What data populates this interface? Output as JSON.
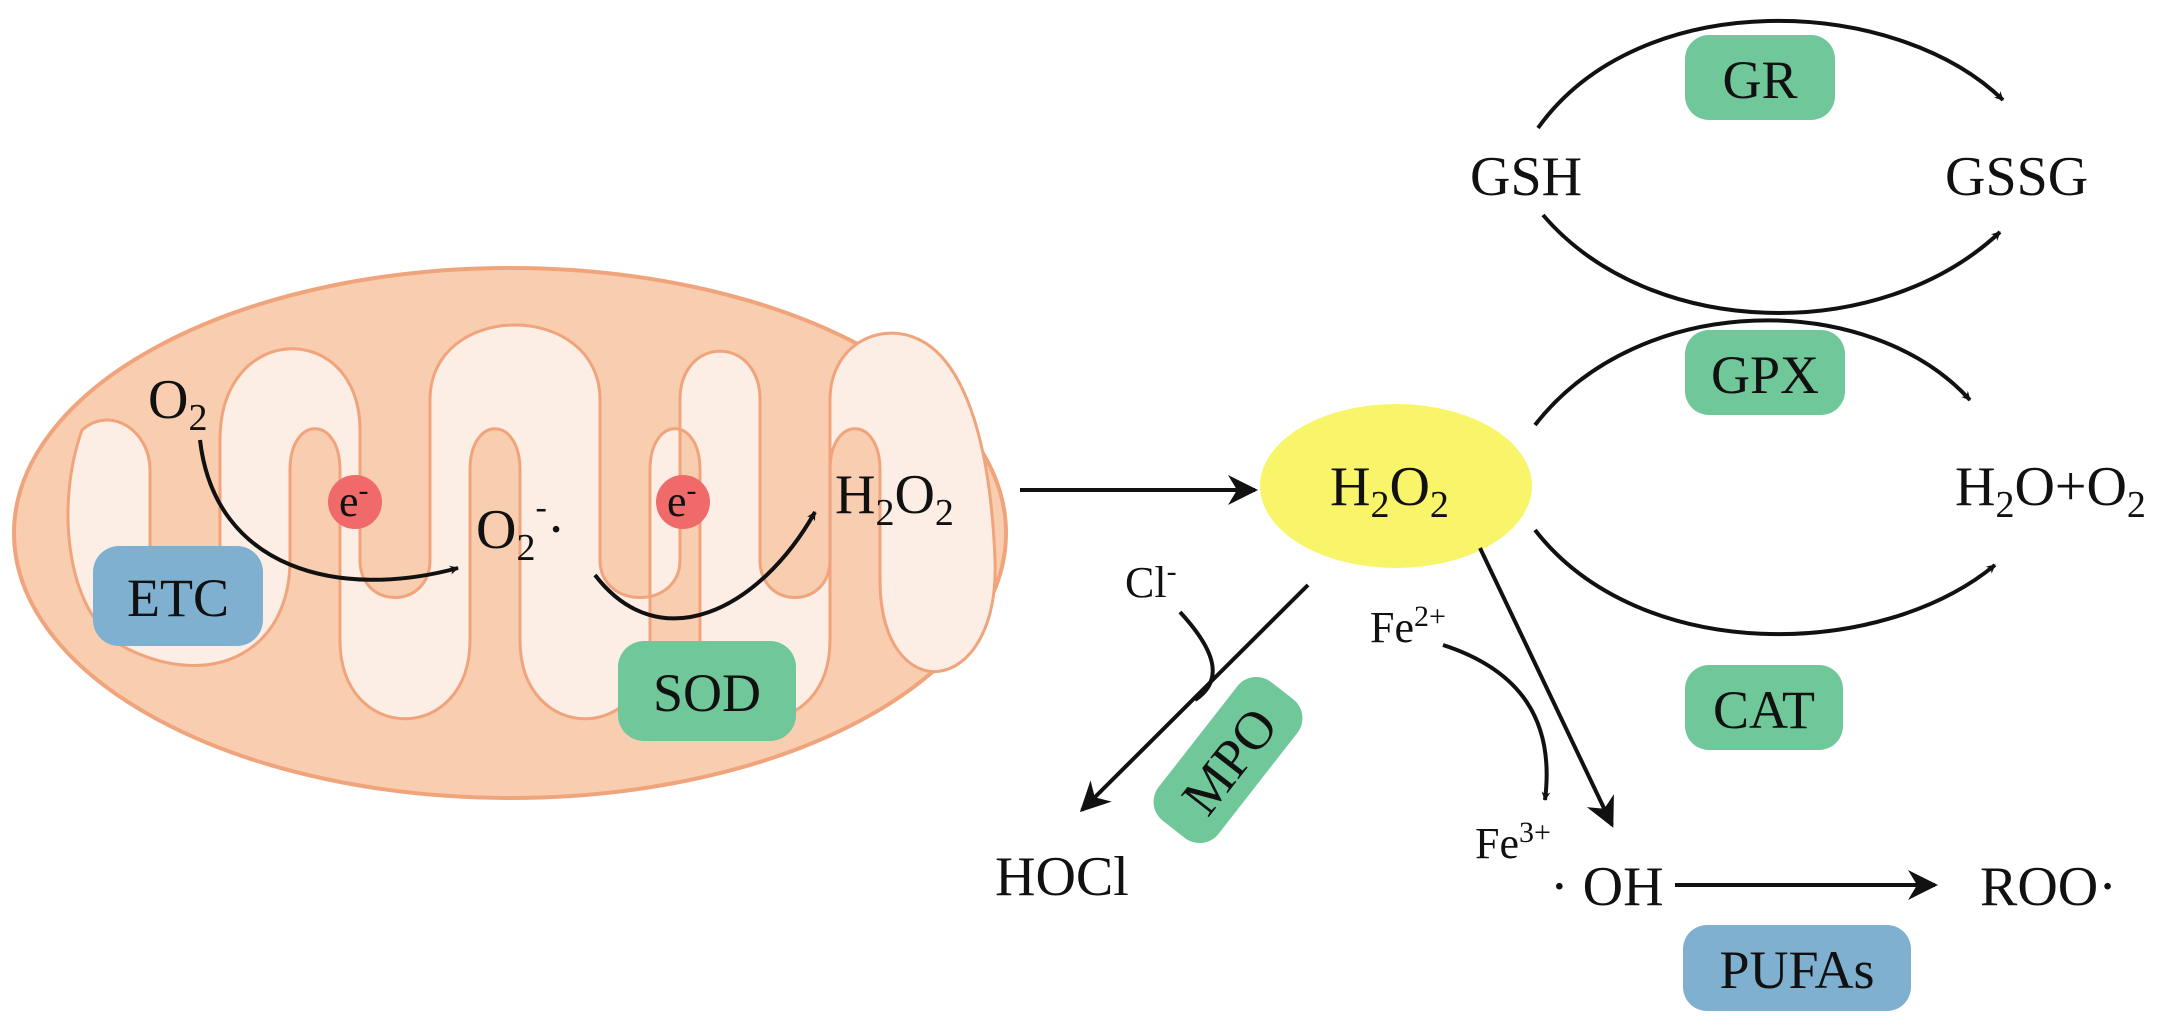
{
  "colors": {
    "mito_outer": "#f8cdb0",
    "mito_inner": "#fdeee5",
    "mito_stroke": "#f0a47c",
    "enzyme_green": "#6fc79a",
    "enzyme_blue": "#7fb0cf",
    "electron_red": "#f06a6a",
    "h2o2_yellow": "#f8f56a",
    "line": "#111111"
  },
  "species": {
    "o2": {
      "base": "O",
      "sub": "2"
    },
    "superoxide": {
      "base": "O",
      "sub": "2",
      "sup": "-",
      "dot": "·"
    },
    "h2o2_mito": {
      "p1": "H",
      "s1": "2",
      "p2": "O",
      "s2": "2"
    },
    "h2o2_center": {
      "p1": "H",
      "s1": "2",
      "p2": "O",
      "s2": "2"
    },
    "gsh": "GSH",
    "gssg": "GSSG",
    "water_oxygen": {
      "p1": "H",
      "s1": "2",
      "p2": "O+O",
      "s2": "2"
    },
    "chloride": {
      "base": "Cl",
      "sup": "-"
    },
    "hocl": "HOCl",
    "fe2": {
      "base": "Fe",
      "sup": "2+"
    },
    "fe3": {
      "base": "Fe",
      "sup": "3+"
    },
    "hydroxyl": "· OH",
    "peroxyl": "ROO·"
  },
  "electrons": [
    {
      "base": "e",
      "sup": "-"
    },
    {
      "base": "e",
      "sup": "-"
    }
  ],
  "enzymes": {
    "etc": "ETC",
    "sod": "SOD",
    "gr": "GR",
    "gpx": "GPX",
    "cat": "CAT",
    "mpo": "MPO",
    "pufas": "PUFAs"
  }
}
